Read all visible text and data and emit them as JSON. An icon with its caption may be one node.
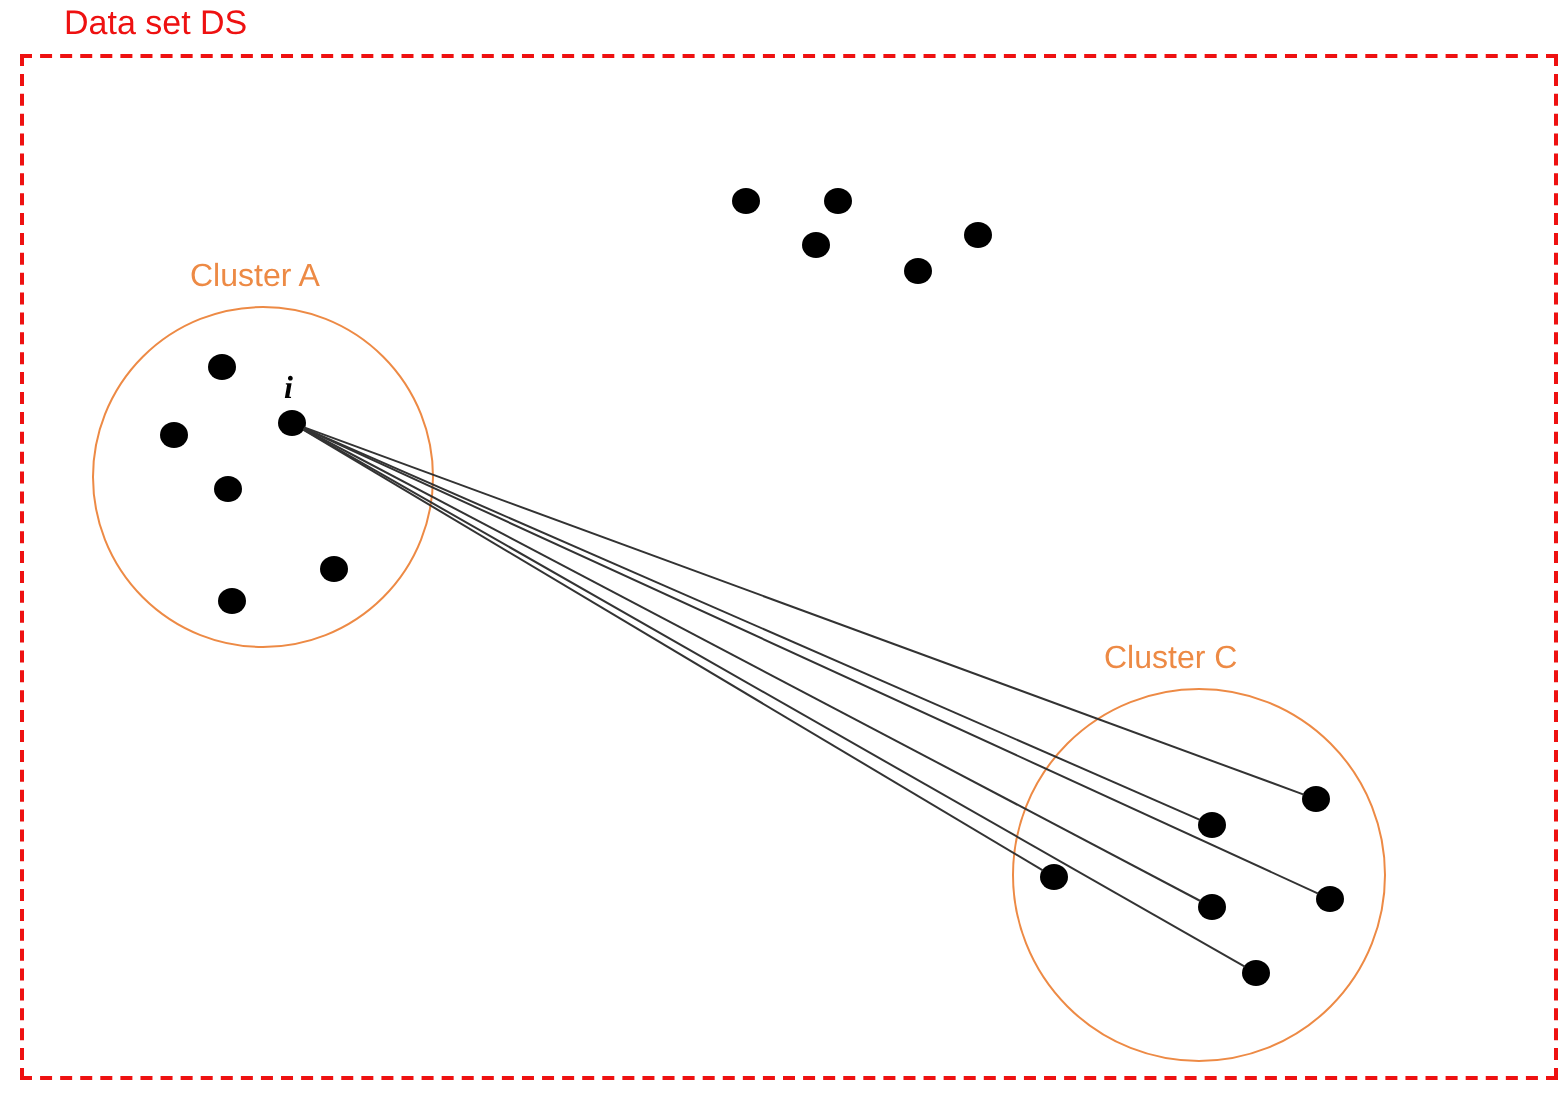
{
  "diagram": {
    "nodes": [
      {
        "text": [
          "Data set DS"
        ]
      },
      {
        "text": [],
        "shape": "circle",
        "in": 0
      },
      {
        "text": [],
        "shape": "circle",
        "in": 0
      },
      {
        "text": [],
        "shape": "circle",
        "in": 0
      },
      {
        "text": [],
        "shape": "circle",
        "in": 0
      },
      {
        "text": [],
        "shape": "circle",
        "in": 0
      },
      {
        "text": [
          "Cluster A"
        ],
        "in": 0
      },
      {
        "text": [],
        "shape": "circle",
        "in": 6
      },
      {
        "text": [],
        "shape": "circle",
        "in": 6
      },
      {
        "text": [],
        "shape": "circle",
        "in": 6,
        "beside": [
          "i"
        ]
      },
      {
        "text": [],
        "shape": "circle",
        "in": 6
      },
      {
        "text": [],
        "shape": "circle",
        "in": 6
      },
      {
        "text": [],
        "shape": "circle",
        "in": 6
      },
      {
        "text": [
          "Cluster C"
        ],
        "in": 0
      },
      {
        "text": [],
        "shape": "circle",
        "in": 13
      },
      {
        "text": [],
        "shape": "circle",
        "in": 13
      },
      {
        "text": [],
        "shape": "circle",
        "in": 13
      },
      {
        "text": [],
        "shape": "circle",
        "in": 13
      },
      {
        "text": [],
        "shape": "circle",
        "in": 13
      },
      {
        "text": [],
        "shape": "circle",
        "in": 13
      }
    ],
    "edges": [
      {
        "from": 9,
        "to": 14,
        "arrow": "none"
      },
      {
        "from": 9,
        "to": 15,
        "arrow": "none"
      },
      {
        "from": 9,
        "to": 16,
        "arrow": "none"
      },
      {
        "from": 9,
        "to": 17,
        "arrow": "none"
      },
      {
        "from": 9,
        "to": 18,
        "arrow": "none"
      },
      {
        "from": 9,
        "to": 19,
        "arrow": "none"
      }
    ]
  }
}
